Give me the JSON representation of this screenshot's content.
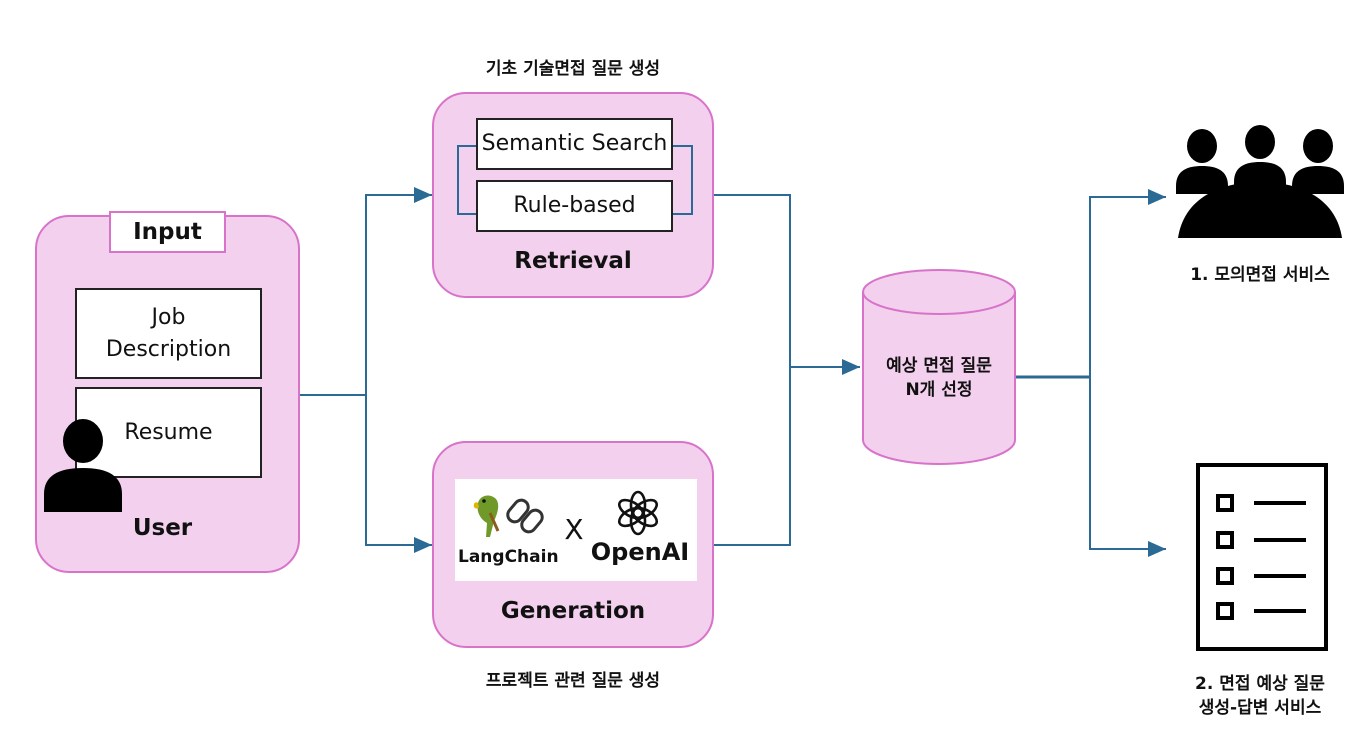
{
  "input": {
    "tab_label": "Input",
    "job_description": "Job\nDescription",
    "resume": "Resume",
    "user_label": "User"
  },
  "retrieval": {
    "caption": "기초 기술면접 질문 생성",
    "semantic_search": "Semantic Search",
    "rule_based": "Rule-based",
    "title": "Retrieval"
  },
  "generation": {
    "caption": "프로젝트 관련 질문 생성",
    "langchain": "LangChain",
    "times": "X",
    "openai": "OpenAI",
    "title": "Generation"
  },
  "database": {
    "label": "예상 면접 질문\nN개 선정"
  },
  "outputs": {
    "mock_interview": "1. 모의면접 서비스",
    "qa_service": "2. 면접 예상 질문\n생성-답변 서비스"
  },
  "colors": {
    "panel_fill": "#f3d0ee",
    "panel_border": "#d873c9",
    "connector": "#2a6a94"
  }
}
